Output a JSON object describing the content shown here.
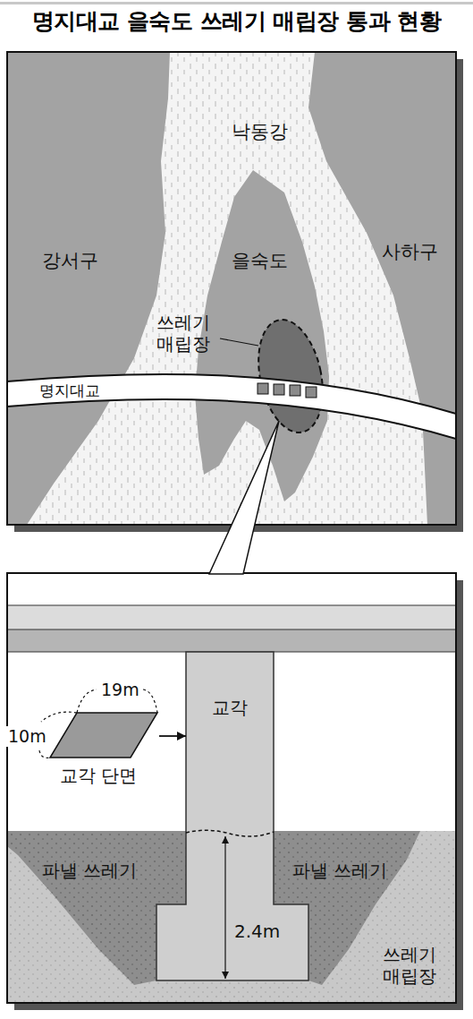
{
  "diagram": {
    "title": "명지대교 을숙도 쓰레기 매립장 통과 현황",
    "nodes": [
      {
        "text": [
          "교각"
        ]
      },
      {
        "text": [
          "교각 단면"
        ]
      }
    ],
    "edges": [
      {
        "from": 1,
        "to": 0,
        "arrow": "to"
      }
    ],
    "labels": [
      "낙동강",
      "강서구",
      "을숙도",
      "사하구",
      "쓰레기 매립장",
      "명지대교",
      "19m",
      "10m",
      "파낼 쓰레기",
      "파낼 쓰레기",
      "2.4m",
      "쓰레기 매립장"
    ]
  }
}
